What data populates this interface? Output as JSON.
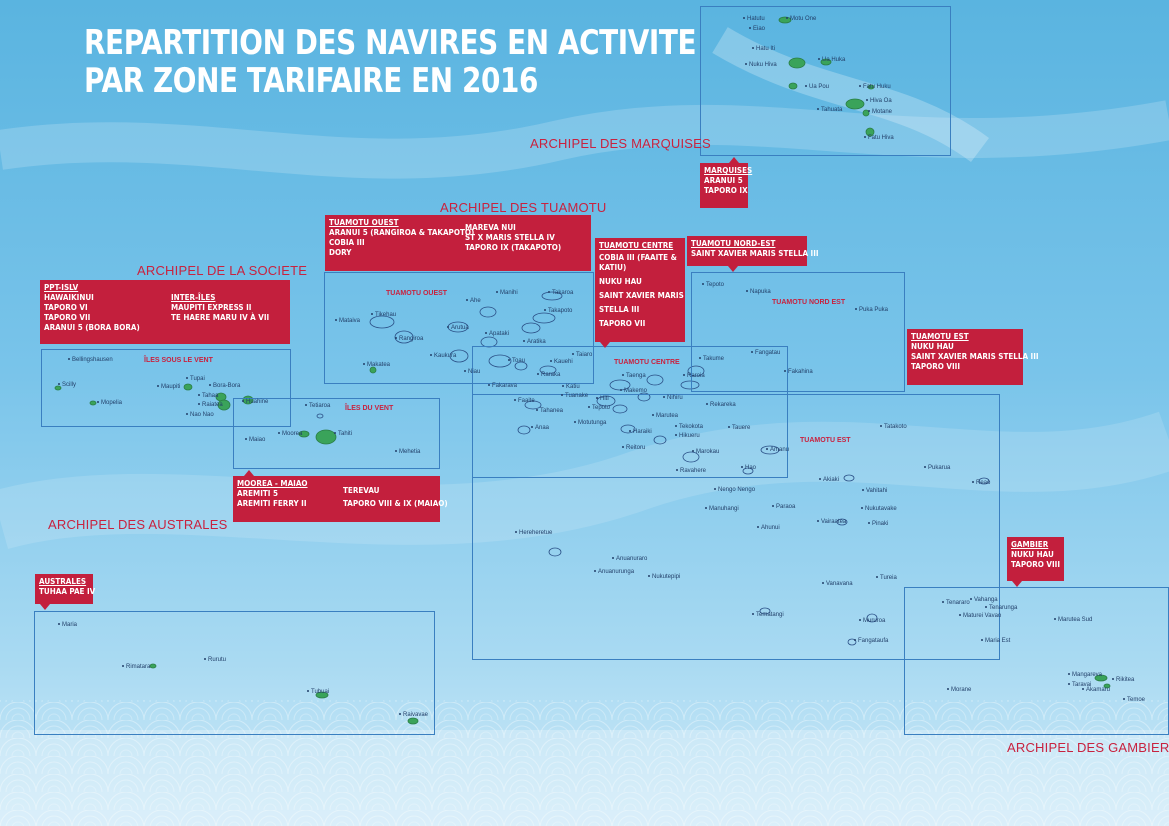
{
  "title_line1": "REPARTITION DES NAVIRES EN ACTIVITE",
  "title_line2": "PAR ZONE TARIFAIRE EN 2016",
  "colors": {
    "accent": "#c31f3d",
    "sea": "#79c4ea",
    "land_green": "#3aa35a",
    "zone_border": "#3a7fc0"
  },
  "archipelagos": {
    "marquises": "ARCHIPEL DES MARQUISES",
    "tuamotu": "ARCHIPEL DES TUAMOTU",
    "societe": "ARCHIPEL DE LA SOCIETE",
    "australes": "ARCHIPEL DES AUSTRALES",
    "gambier": "ARCHIPEL DES GAMBIER"
  },
  "zones": {
    "sous_le_vent": "ÎLES SOUS LE VENT",
    "du_vent": "ÎLES DU VENT",
    "tuamotu_ouest": "TUAMOTU OUEST",
    "tuamotu_centre": "TUAMOTU CENTRE",
    "tuamotu_nord_est": "TUAMOTU NORD EST",
    "tuamotu_est": "TUAMOTU EST"
  },
  "boxes": {
    "marquises": [
      "MARQUISES",
      "ARANUI 5",
      "TAPORO IX"
    ],
    "tuamotu_ouest_a": [
      "TUAMOTU OUEST",
      "ARANUI 5 (RANGIROA & TAKAPOTO)",
      "COBIA III",
      "DORY"
    ],
    "tuamotu_ouest_b": [
      "MAREVA NUI",
      "ST X MARIS STELLA IV",
      "TAPORO IX (TAKAPOTO)"
    ],
    "tuamotu_centre": [
      "TUAMOTU CENTRE",
      "COBIA III (FAAITE &",
      "KATIU)",
      "NUKU HAU",
      "SAINT XAVIER MARIS",
      "STELLA III",
      "TAPORO VII"
    ],
    "tuamotu_nord_est": [
      "TUAMOTU NORD-EST",
      "SAINT XAVIER MARIS STELLA III"
    ],
    "ppt_islv_a": [
      "PPT-ISLV",
      "HAWAIKINUI",
      "TAPORO VI",
      "TAPORO VII",
      "ARANUI 5 (BORA BORA)"
    ],
    "ppt_islv_b": [
      "INTER-ÎLES",
      "MAUPITI EXPRESS II",
      "TE HAERE MARU IV À VII"
    ],
    "tuamotu_est": [
      "TUAMOTU EST",
      "NUKU HAU",
      "SAINT XAVIER MARIS STELLA III",
      "TAPORO VIII"
    ],
    "moorea_a": [
      "MOOREA - MAIAO",
      "AREMITI 5",
      "AREMITI FERRY II"
    ],
    "moorea_b": [
      "TEREVAU",
      "TAPORO VIII & IX (MAIAO)"
    ],
    "australes": [
      "AUSTRALES",
      "TUHAA PAE IV"
    ],
    "gambier": [
      "GAMBIER",
      "NUKU HAU",
      "TAPORO VIII"
    ]
  },
  "places": [
    "Hatutu",
    "Motu One",
    "Eiao",
    "Hatu Iti",
    "Ua Huka",
    "Nuku Hiva",
    "Ua Pou",
    "Fatu Huku",
    "Hiva Oa",
    "Tahuata",
    "Motane",
    "Fatu Hiva",
    "Tepoto",
    "Napuka",
    "Puka Puka",
    "Fangatau",
    "Fakahina",
    "Manihi",
    "Takaroa",
    "Ahe",
    "Takapoto",
    "Mataiva",
    "Tikehau",
    "Rangiroa",
    "Arutua",
    "Apataki",
    "Aratika",
    "Kaukura",
    "Toau",
    "Kauehi",
    "Makatea",
    "Niau",
    "Fakarava",
    "Raraka",
    "Taiaro",
    "Taenga",
    "Takume",
    "Raroia",
    "Makemo",
    "Katiu",
    "Tuanake",
    "Hiti",
    "Nihiru",
    "Faaite",
    "Tahanea",
    "Tepoto",
    "Rekareka",
    "Anaa",
    "Motutunga",
    "Marutea",
    "Tekokota",
    "Haraiki",
    "Tauere",
    "Hikueru",
    "Reitoru",
    "Marokau",
    "Amanu",
    "Ravahere",
    "Hao",
    "Tatakoto",
    "Pukarua",
    "Reao",
    "Akiaki",
    "Vahitahi",
    "Nukutavake",
    "Vairaatea",
    "Pinaki",
    "Nengo Nengo",
    "Manuhangi",
    "Paraoa",
    "Ahunui",
    "Hereheretue",
    "Anuanuraro",
    "Anuanurunga",
    "Nukutepipi",
    "Vanavana",
    "Tureia",
    "Tematangi",
    "Mururoa",
    "Fangataufa",
    "Bellingshausen",
    "Tupai",
    "Bora-Bora",
    "Maupiti",
    "Scilly",
    "Tahaa",
    "Raiatea",
    "Huahine",
    "Mopelia",
    "Nao Nao",
    "Tetiaroa",
    "Moorea",
    "Tahiti",
    "Maiao",
    "Mehetia",
    "Maria",
    "Rimatara",
    "Rurutu",
    "Tubuai",
    "Raivavae",
    "Tenararo",
    "Vahanga",
    "Tenarunga",
    "Maturei Vavao",
    "Marutea Sud",
    "Maria Est",
    "Mangareva",
    "Rikitea",
    "Taravai",
    "Akamaru",
    "Temoe",
    "Morane"
  ]
}
